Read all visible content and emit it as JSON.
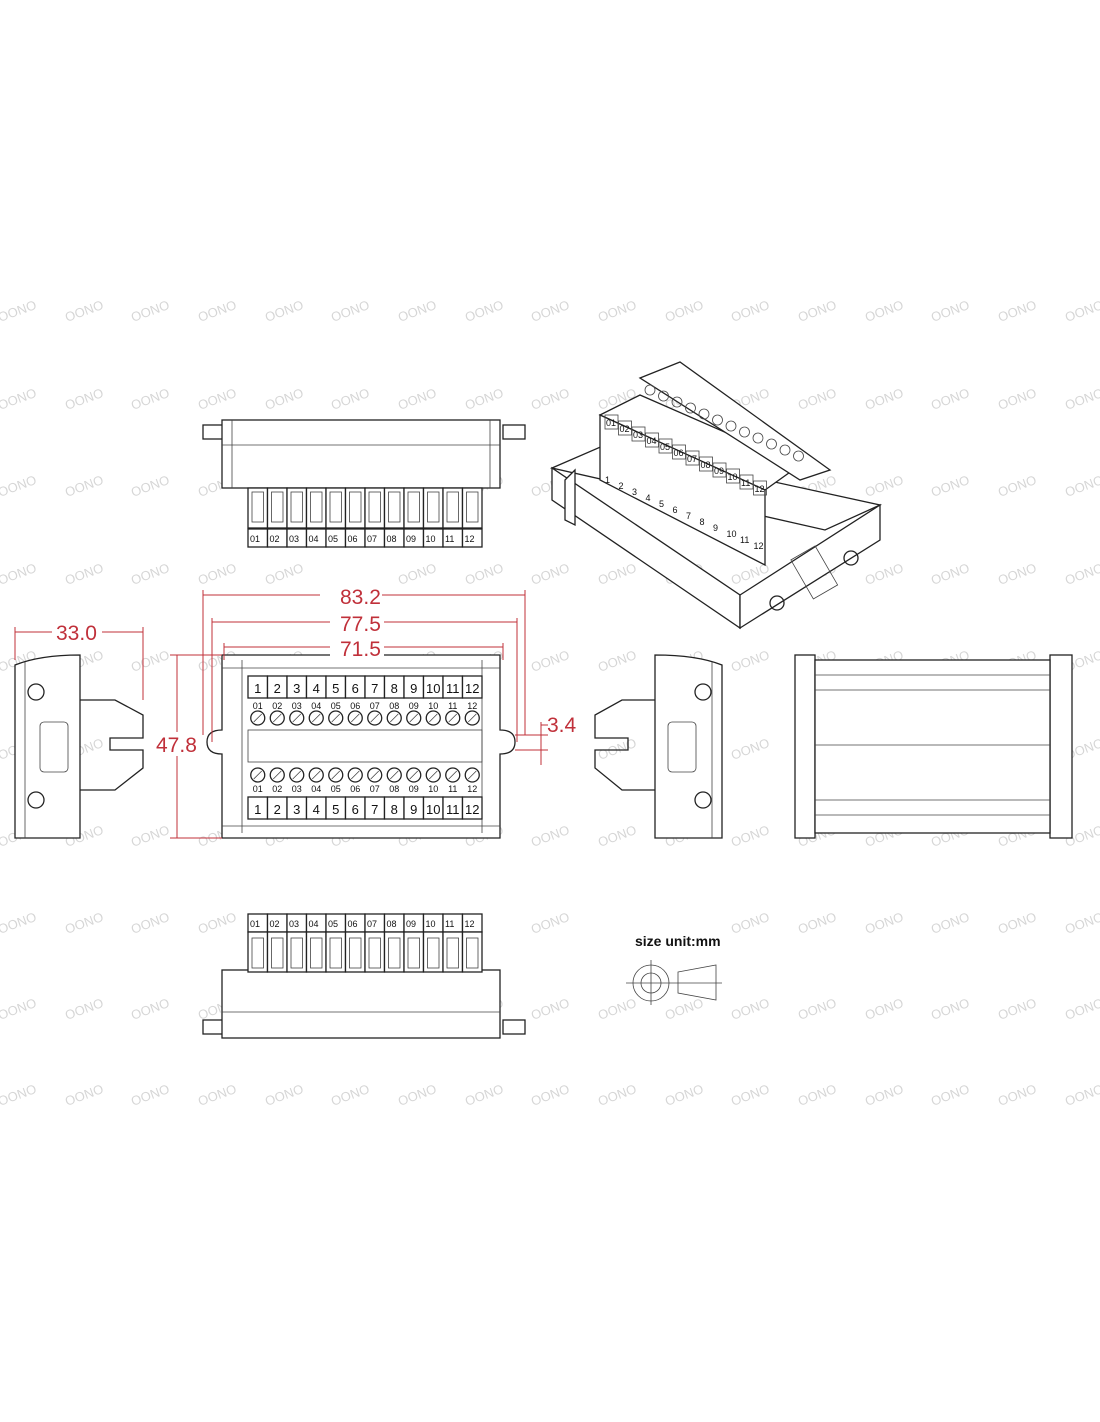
{
  "watermark": "OONO",
  "dimensions": {
    "total_length": "83.2",
    "mount_pitch": "77.5",
    "body_length": "71.5",
    "height": "47.8",
    "depth": "33.0",
    "slot_width": "3.4"
  },
  "unit_label": "size unit:mm",
  "terminal_labels": [
    "01",
    "02",
    "03",
    "04",
    "05",
    "06",
    "07",
    "08",
    "09",
    "10",
    "11",
    "12"
  ],
  "terminal_numbers": [
    "1",
    "2",
    "3",
    "4",
    "5",
    "6",
    "7",
    "8",
    "9",
    "10",
    "11",
    "12"
  ],
  "colors": {
    "dimension": "#c0303a",
    "line": "#222222",
    "watermark": "#d6d6d6"
  }
}
